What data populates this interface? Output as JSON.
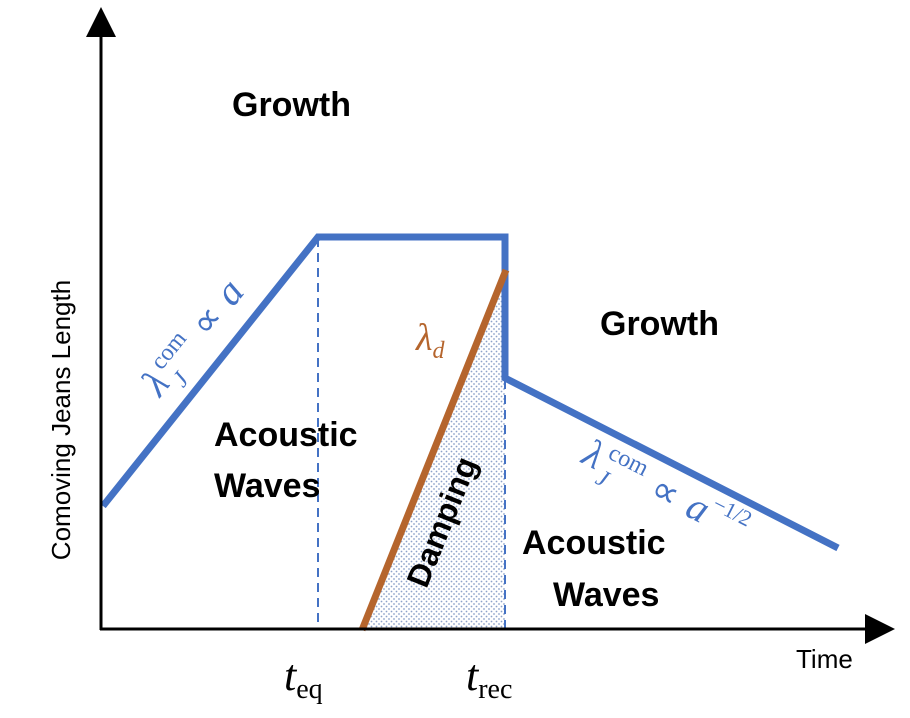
{
  "axes": {
    "y_label": "Comoving Jeans Length",
    "x_label": "Time"
  },
  "regions": {
    "growth_top": "Growth",
    "growth_right": "Growth",
    "acoustic_left_line1": "Acoustic",
    "acoustic_left_line2": "Waves",
    "acoustic_right_line1": "Acoustic",
    "acoustic_right_line2": "Waves",
    "damping": "Damping"
  },
  "ticks": {
    "t_eq_base": "t",
    "t_eq_sub": "eq",
    "t_rec_base": "t",
    "t_rec_sub": "rec"
  },
  "annotations": {
    "jeans_left": {
      "lambda": "λ",
      "sup": "com",
      "sub": "J",
      "prop": "∝",
      "var": "a",
      "exp": ""
    },
    "jeans_right": {
      "lambda": "λ",
      "sup": "com",
      "sub": "J",
      "prop": "∝",
      "var": "a",
      "exp": "−1/2"
    },
    "damping_scale": {
      "lambda": "λ",
      "sub": "d"
    }
  },
  "colors": {
    "jeans_line": "#4472c4",
    "damping_line": "#b5652d",
    "axis": "#000000",
    "hatch": "#8da2c8"
  }
}
